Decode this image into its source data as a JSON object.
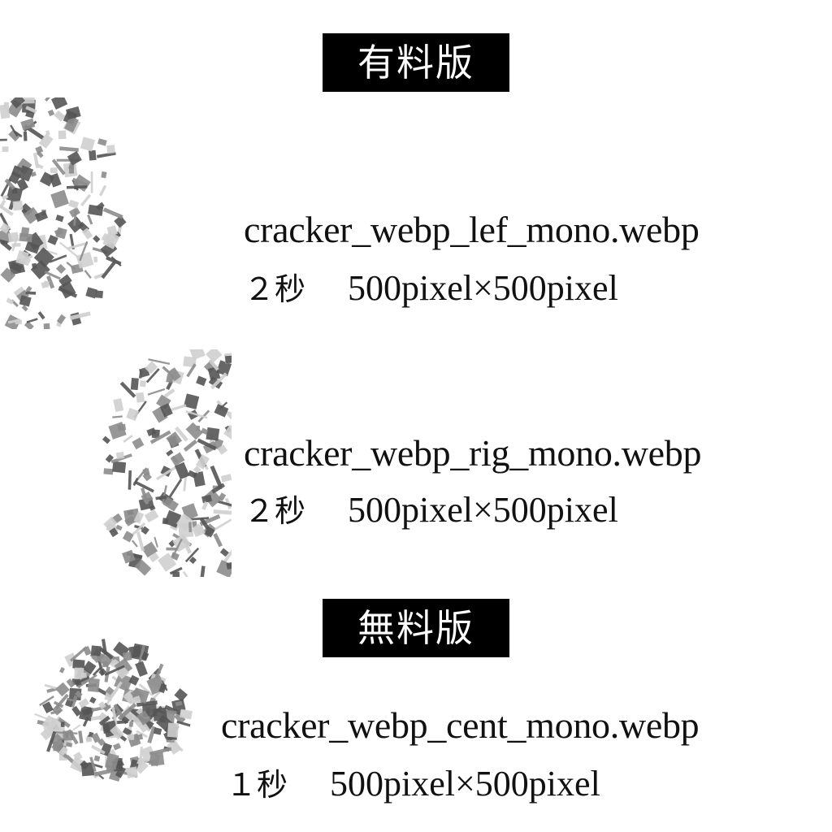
{
  "sections": {
    "paid": {
      "label": "有料版"
    },
    "free": {
      "label": "無料版"
    }
  },
  "items": [
    {
      "filename": "cracker_webp_lef_mono.webp",
      "duration": "２秒",
      "size": "500pixel×500pixel",
      "preview": "confetti-burst-left"
    },
    {
      "filename": "cracker_webp_rig_mono.webp",
      "duration": "２秒",
      "size": "500pixel×500pixel",
      "preview": "confetti-burst-right"
    },
    {
      "filename": "cracker_webp_cent_mono.webp",
      "duration": "１秒",
      "size": "500pixel×500pixel",
      "preview": "confetti-burst-center"
    }
  ],
  "colors": {
    "badge_bg": "#000000",
    "badge_text": "#ffffff",
    "confetti_dark": "#555555",
    "confetti_mid": "#8c8c8c",
    "confetti_light": "#cfcfcf"
  }
}
